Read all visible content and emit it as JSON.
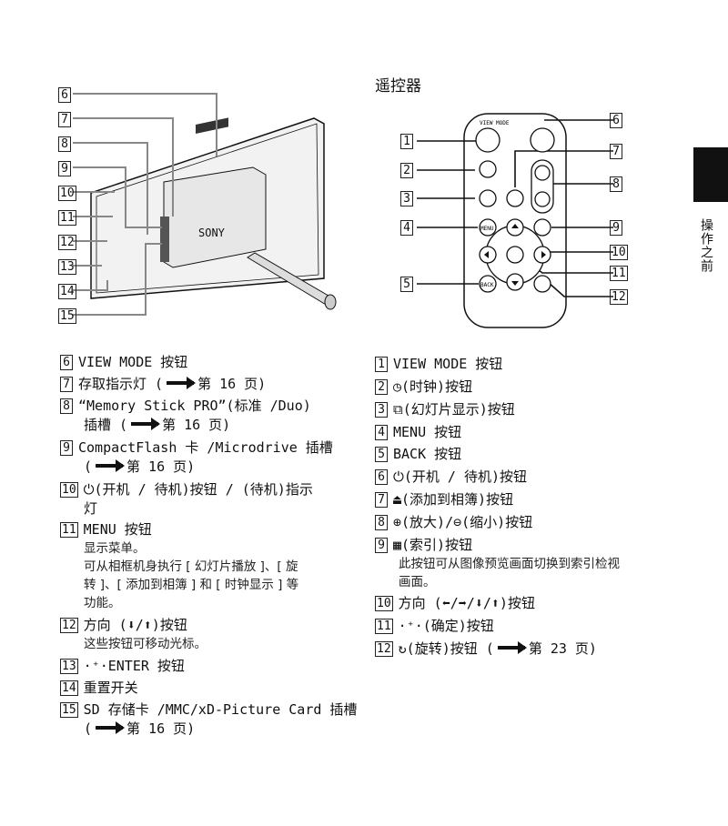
{
  "remote_section": {
    "title": "遥控器"
  },
  "side_tab": {
    "label": "操作之前"
  },
  "frame_callouts": [
    "6",
    "7",
    "8",
    "9",
    "10",
    "11",
    "12",
    "13",
    "14",
    "15"
  ],
  "remote_callouts": [
    "1",
    "2",
    "3",
    "4",
    "5",
    "6",
    "7",
    "8",
    "9",
    "10",
    "11",
    "12"
  ],
  "diagram": {
    "frame_brand": "SONY",
    "remote_buttons": {
      "view_mode": "VIEW\nMODE",
      "menu": "MENU",
      "back": "BACK"
    }
  },
  "left_items": [
    {
      "num": "6",
      "text": "VIEW MODE 按钮"
    },
    {
      "num": "7",
      "text": "存取指示灯 (",
      "after": "第 16 页)"
    },
    {
      "num": "8",
      "text": "“Memory Stick PRO”(标准 /Duo)",
      "line2": "插槽 (",
      "after": "第 16 页)"
    },
    {
      "num": "9",
      "text": "CompactFlash 卡 /Microdrive 插槽",
      "line2": "(",
      "after": "第 16 页)"
    },
    {
      "num": "10",
      "text": "⏻(开机 / 待机)按钮 / (待机)指示",
      "line2": "灯"
    },
    {
      "num": "11",
      "text": "MENU 按钮",
      "desc": [
        "显示菜单。",
        "可从相框机身执行 [ 幻灯片播放 ]、[ 旋",
        "转 ]、[ 添加到相簿 ] 和 [ 时钟显示 ] 等",
        "功能。"
      ]
    },
    {
      "num": "12",
      "text": "方向 (⬇/⬆)按钮",
      "desc": [
        "这些按钮可移动光标。"
      ]
    },
    {
      "num": "13",
      "text": "·⁺·ENTER 按钮"
    },
    {
      "num": "14",
      "text": "重置开关"
    },
    {
      "num": "15",
      "text": "SD 存储卡 /MMC/xD-Picture Card 插槽",
      "line2": "(",
      "after": "第 16 页)"
    }
  ],
  "right_items": [
    {
      "num": "1",
      "text": "VIEW MODE 按钮"
    },
    {
      "num": "2",
      "text": "◷(时钟)按钮"
    },
    {
      "num": "3",
      "text": "⧉(幻灯片显示)按钮"
    },
    {
      "num": "4",
      "text": "MENU 按钮"
    },
    {
      "num": "5",
      "text": "BACK 按钮"
    },
    {
      "num": "6",
      "text": "⏻(开机 / 待机)按钮"
    },
    {
      "num": "7",
      "text": "⏏(添加到相簿)按钮"
    },
    {
      "num": "8",
      "text": "⊕(放大)/⊖(缩小)按钮"
    },
    {
      "num": "9",
      "text": "▦(索引)按钮",
      "desc": [
        "此按钮可从图像预览画面切换到索引检视",
        "画面。"
      ]
    },
    {
      "num": "10",
      "text": "方向 (⬅/➡/⬇/⬆)按钮"
    },
    {
      "num": "11",
      "text": "·⁺·(确定)按钮"
    },
    {
      "num": "12",
      "text": "↻(旋转)按钮 (",
      "after": "第 23 页)"
    }
  ]
}
